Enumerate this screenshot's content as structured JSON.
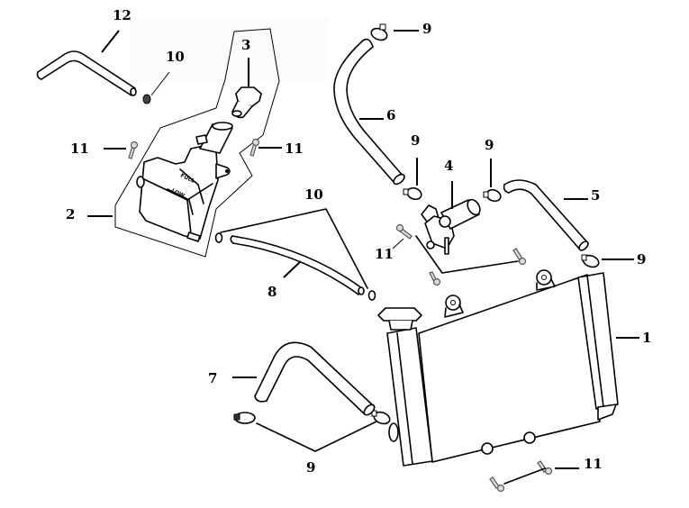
{
  "diagram": {
    "title": "Radiator cooling system exploded parts diagram",
    "callouts": [
      {
        "id": "c1",
        "label": "1"
      },
      {
        "id": "c2",
        "label": "2"
      },
      {
        "id": "c3",
        "label": "3"
      },
      {
        "id": "c4",
        "label": "4"
      },
      {
        "id": "c5",
        "label": "5"
      },
      {
        "id": "c6",
        "label": "6"
      },
      {
        "id": "c7",
        "label": "7"
      },
      {
        "id": "c8",
        "label": "8"
      },
      {
        "id": "c9a",
        "label": "9"
      },
      {
        "id": "c9b",
        "label": "9"
      },
      {
        "id": "c9c",
        "label": "9"
      },
      {
        "id": "c9d",
        "label": "9"
      },
      {
        "id": "c9e",
        "label": "9"
      },
      {
        "id": "c10a",
        "label": "10"
      },
      {
        "id": "c10b",
        "label": "10"
      },
      {
        "id": "c11a",
        "label": "11"
      },
      {
        "id": "c11b",
        "label": "11"
      },
      {
        "id": "c11c",
        "label": "11"
      },
      {
        "id": "c11d",
        "label": "11"
      },
      {
        "id": "c12",
        "label": "12"
      }
    ],
    "tank_markings": {
      "full": "FULL",
      "low": "LOW"
    },
    "line_color": "#000000",
    "background": "#ffffff"
  }
}
